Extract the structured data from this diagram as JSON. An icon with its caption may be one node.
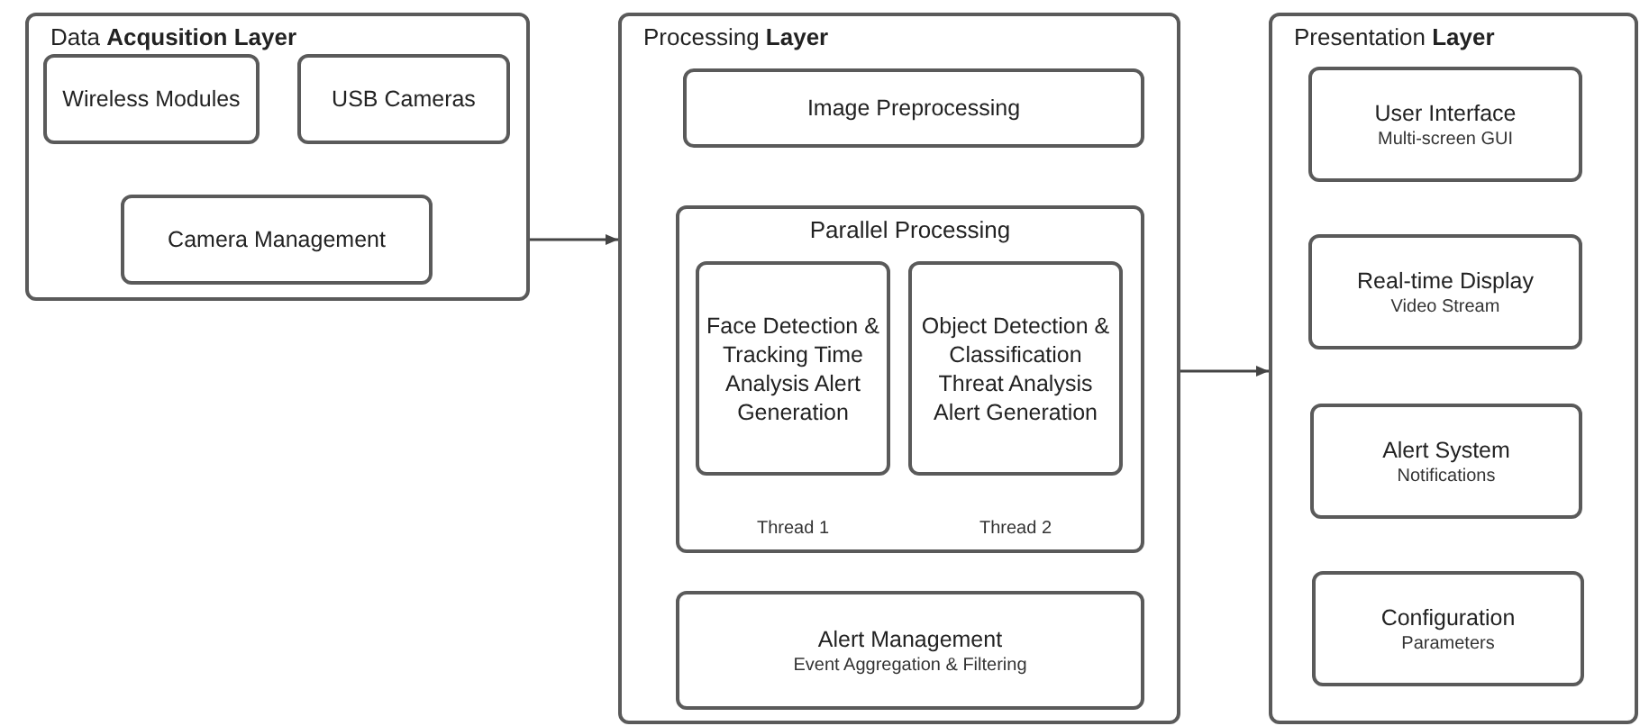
{
  "diagram": {
    "nodes": [
      {
        "text": [
          "Data **Acqusition Layer**"
        ]
      },
      {
        "text": [
          "Wireless Modules"
        ],
        "in": 0
      },
      {
        "text": [
          "USB Cameras"
        ],
        "in": 0
      },
      {
        "text": [
          "Camera Management"
        ],
        "in": 0
      },
      {
        "text": [
          "Processing **Layer**"
        ]
      },
      {
        "text": [
          "Image Preprocessing"
        ],
        "in": 4
      },
      {
        "text": [
          "Parallel Processing"
        ],
        "in": 4
      },
      {
        "text": [
          "Face Detection & Tracking Time Analysis Alert Generation"
        ],
        "in": 6,
        "beside": [
          "Thread 1"
        ]
      },
      {
        "text": [
          "Object Detection & Classification Threat Analysis Alert Generation"
        ],
        "in": 6,
        "beside": [
          "Thread 2"
        ]
      },
      {
        "text": [
          "Alert Management",
          "Event Aggregation & Filtering"
        ],
        "in": 4
      },
      {
        "text": [
          "Presentation **Layer**"
        ]
      },
      {
        "text": [
          "User Interface",
          "Multi-screen GUI"
        ],
        "in": 10
      },
      {
        "text": [
          "Real-time Display",
          "Video Stream"
        ],
        "in": 10
      },
      {
        "text": [
          "Alert System",
          "Notifications"
        ],
        "in": 10
      },
      {
        "text": [
          "Configuration",
          "Parameters"
        ],
        "in": 10
      }
    ],
    "edges": [
      {
        "from": 0,
        "to": 4,
        "arrow": "to"
      },
      {
        "from": 4,
        "to": 10,
        "arrow": "to"
      }
    ]
  }
}
